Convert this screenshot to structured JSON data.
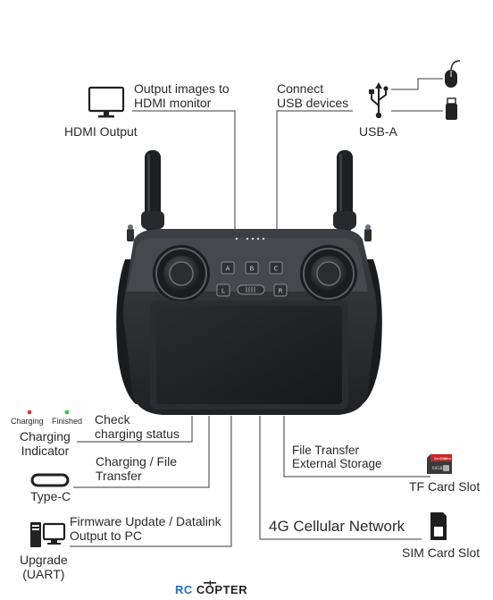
{
  "hdmi": {
    "description_line1": "Output images to",
    "description_line2": "HDMI monitor",
    "label": "HDMI Output",
    "icon": "monitor-icon"
  },
  "usb": {
    "description_line1": "Connect",
    "description_line2": "USB devices",
    "label": "USB-A",
    "icons": [
      "usb-symbol-icon",
      "mouse-icon",
      "usb-drive-icon"
    ]
  },
  "charging": {
    "legend_charging": "Charging",
    "legend_finished": "Finished",
    "label_line1": "Charging",
    "label_line2": "Indicator",
    "description_line1": "Check",
    "description_line2": "charging status",
    "charging_color": "#e53935",
    "finished_color": "#43c04a"
  },
  "typec": {
    "description_line1": "Charging / File",
    "description_line2": "Transfer",
    "label": "Type-C",
    "icon": "usb-c-port-icon"
  },
  "uart": {
    "description_line1": "Firmware Update / Datalink",
    "description_line2": "Output to PC",
    "label_line1": "Upgrade",
    "label_line2": "(UART)",
    "icon": "pc-icon"
  },
  "tf": {
    "description_line1": "File Transfer",
    "description_line2": "External Storage",
    "label": "TF Card Slot",
    "card_text_brand": "SanDisk",
    "card_text_ultra": "Ultra",
    "card_text_size": "64GB",
    "icon": "microsd-card-icon"
  },
  "sim": {
    "description": "4G Cellular Network",
    "label": "SIM Card Slot",
    "icon": "sim-card-icon"
  },
  "controller": {
    "buttons_top": [
      "A",
      "B",
      "C"
    ],
    "buttons_bottom": [
      "L",
      "R"
    ]
  },
  "footer": {
    "brand_left": "RC",
    "brand_right": "COPTER",
    "brand_color": "#1a6fd1"
  },
  "colors": {
    "line": "#3a3a3a",
    "body": "#2b2d30",
    "panel": "#4a4d52",
    "screen": "#1f2124"
  }
}
